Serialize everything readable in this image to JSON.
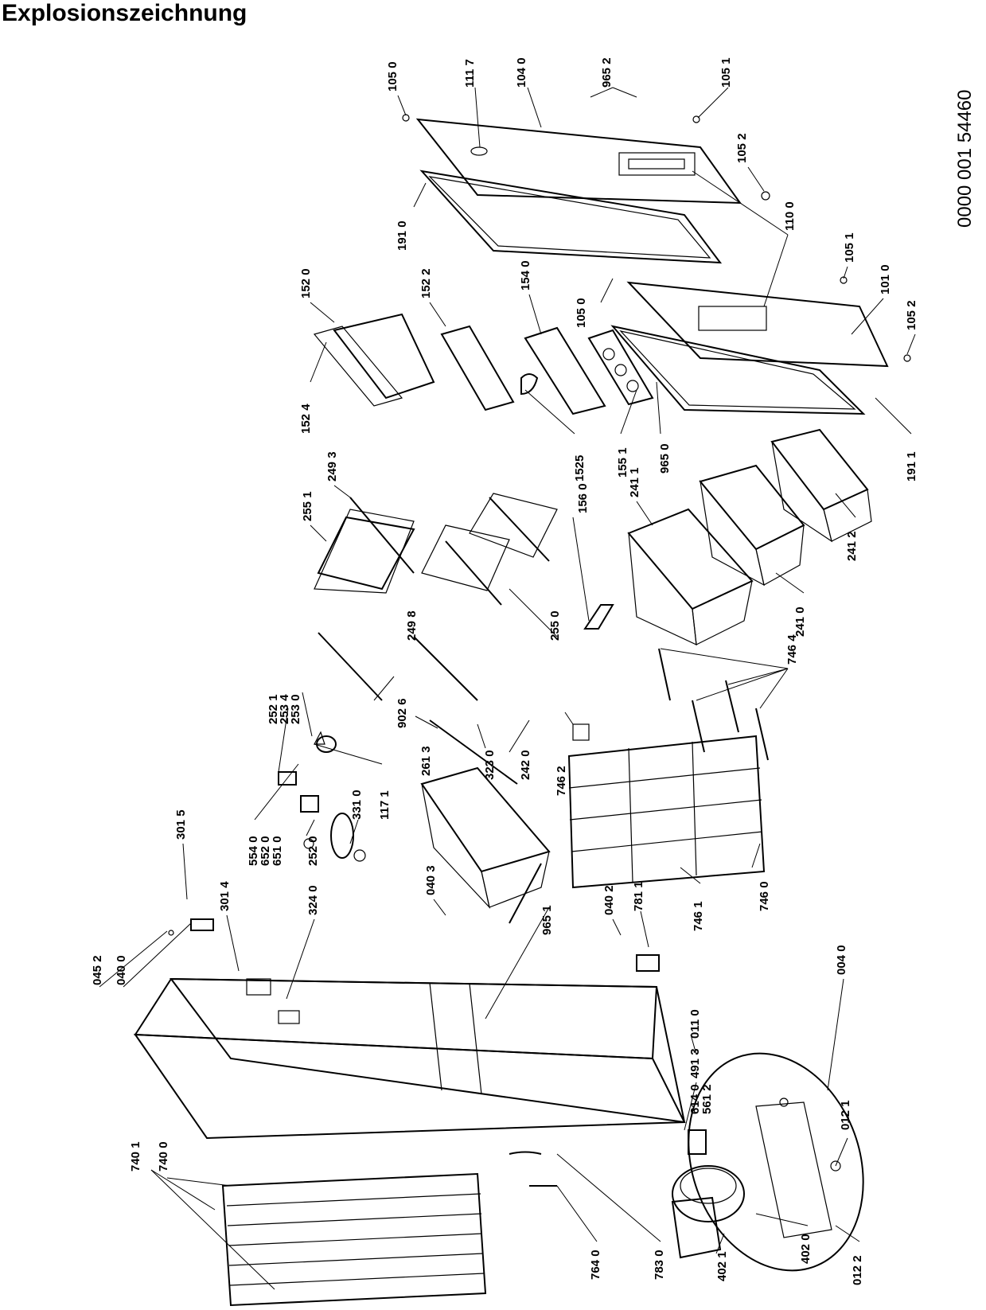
{
  "header": {
    "title": "Explosionszeichnung",
    "document_number": "0000 001 54460"
  },
  "labels": [
    "105 0",
    "111 7",
    "104 0",
    "965 2",
    "105 1",
    "105 2",
    "191 0",
    "110 0",
    "105 1",
    "101 0",
    "105 2",
    "152 0",
    "152 2",
    "154 0",
    "105 0",
    "152 4",
    "1525",
    "155 1",
    "965 0",
    "191 1",
    "255 1",
    "249 3",
    "156 0",
    "241 1",
    "249 8",
    "255 0",
    "241 2",
    "241 0",
    "746 4",
    "252 1",
    "253 4",
    "253 0",
    "902 6",
    "261 3",
    "323 0",
    "242 0",
    "746 2",
    "554 0",
    "652 0",
    "651 0",
    "252 0",
    "331 0",
    "117 1",
    "746 0",
    "746 1",
    "781 1",
    "301 5",
    "040 3",
    "965 1",
    "040 2",
    "301 4",
    "324 0",
    "045 2",
    "040 0",
    "011 0",
    "491 3",
    "614 0",
    "561 2",
    "004 0",
    "012 1",
    "740 1",
    "740 0",
    "764 0",
    "783 0",
    "402 1",
    "402 0",
    "012 2"
  ]
}
